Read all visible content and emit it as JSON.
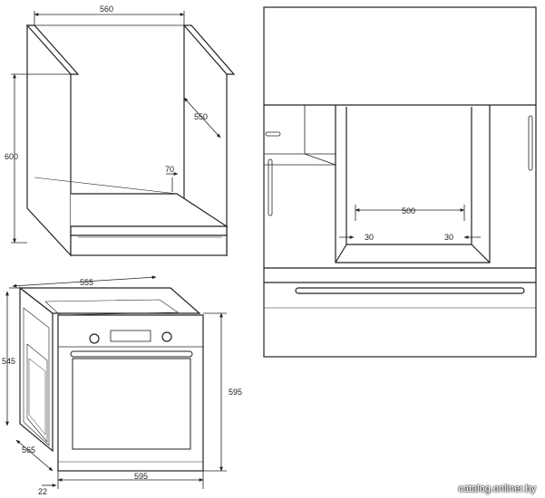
{
  "cabinet": {
    "width_label": "560",
    "depth_label": "550",
    "height_label": "600",
    "back_gap_label": "70"
  },
  "oven": {
    "depth_label": "555",
    "side_height_label": "545",
    "front_height_label": "595",
    "front_width_label": "595",
    "body_depth_label": "565",
    "door_label": "22"
  },
  "installation": {
    "opening_width_label": "500",
    "left_gap_label": "30",
    "right_gap_label": "30"
  },
  "watermark": "catalog.onliner.by"
}
